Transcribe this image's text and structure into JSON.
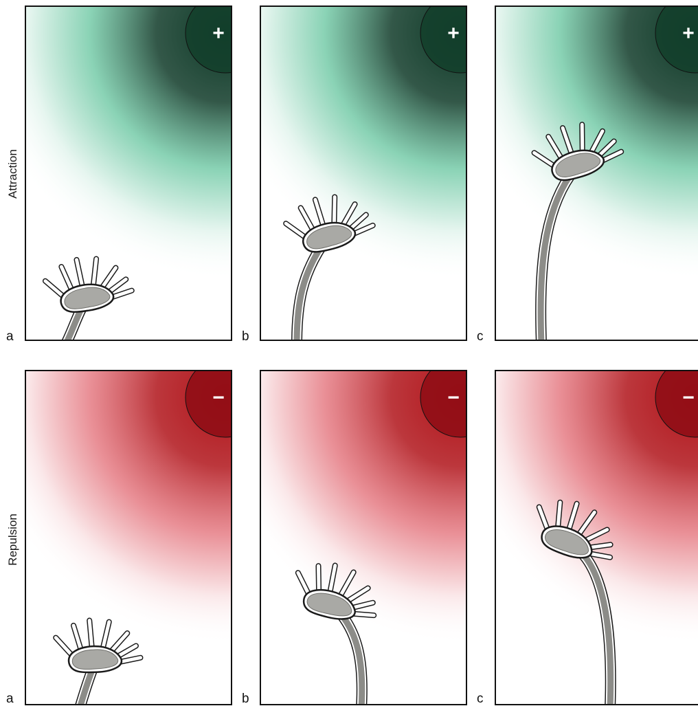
{
  "rows": [
    {
      "label": "Attraction",
      "sign": "+",
      "color_light": "#ffffff",
      "color_mid": "#58c096",
      "color_dark": "#0f3a28",
      "color_inner": "#13402c"
    },
    {
      "label": "Repulsion",
      "sign": "−",
      "color_light": "#ffffff",
      "color_mid": "#e0606a",
      "color_dark": "#b0141a",
      "color_inner": "#8e0d15"
    }
  ],
  "panel_letters": [
    "a",
    "b",
    "c"
  ]
}
